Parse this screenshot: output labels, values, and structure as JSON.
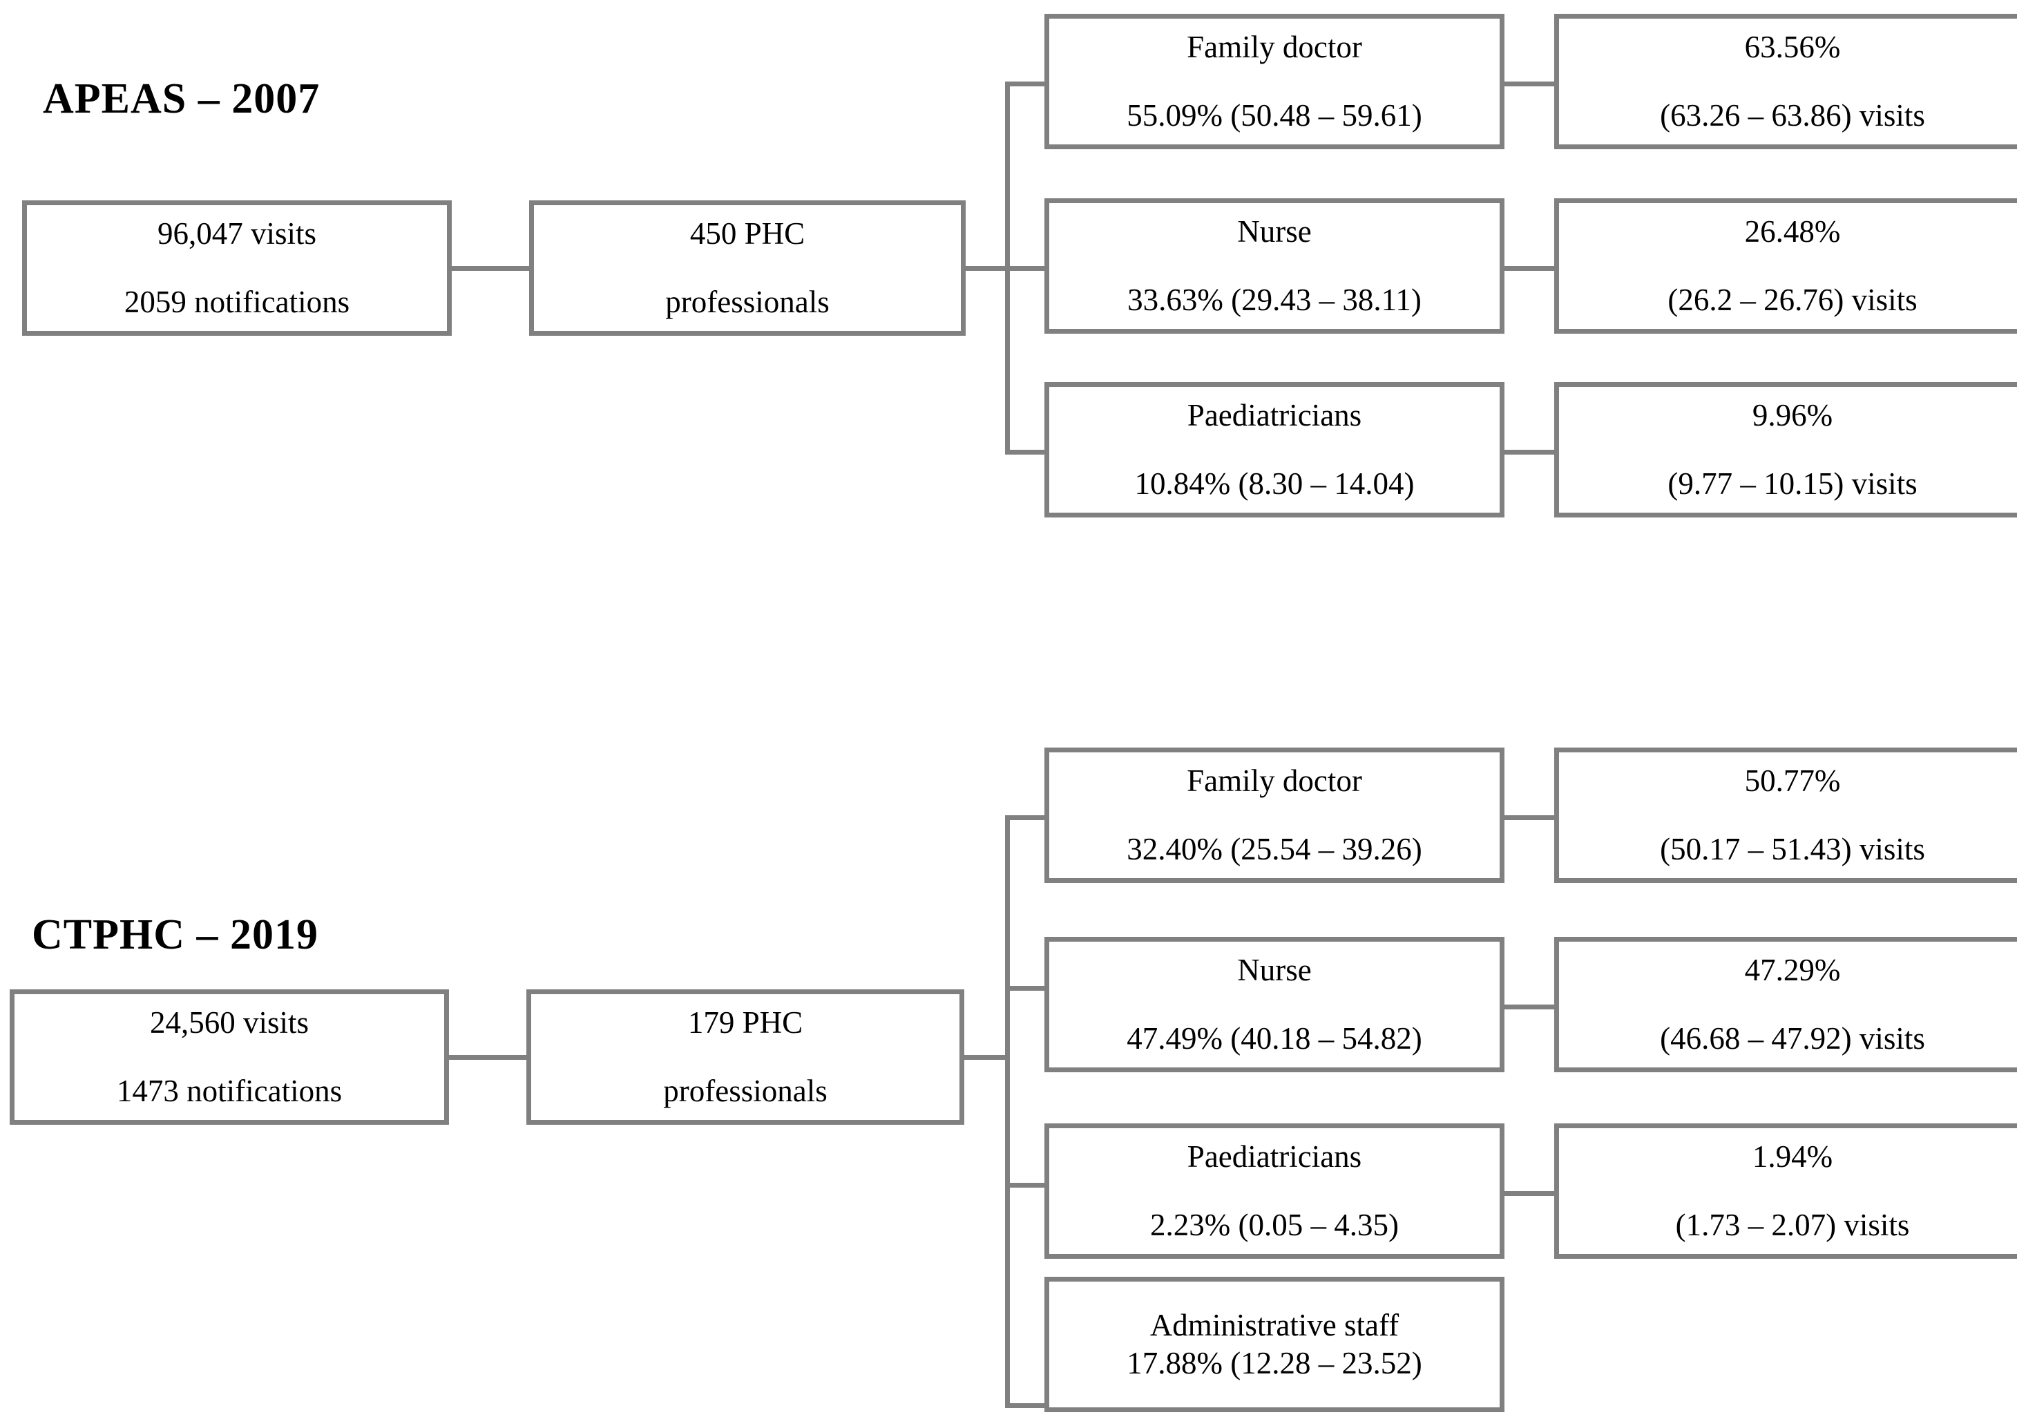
{
  "figure": {
    "type": "flow-diagram",
    "background_color": "#ffffff",
    "box_border_color": "#808080",
    "text_color": "#000000"
  },
  "sections": [
    {
      "id": "apeas",
      "title": "APEAS – 2007",
      "source": {
        "line1": "96,047  visits",
        "line2": "2059 notifications"
      },
      "professionals": {
        "line1": "450 PHC",
        "line2": "professionals"
      },
      "branches": [
        {
          "role": "Family doctor",
          "notifications": "55.09% (50.48 – 59.61)",
          "visits_pct": "63.56%",
          "visits_ci": "(63.26 – 63.86) visits"
        },
        {
          "role": "Nurse",
          "notifications": "33.63% (29.43 – 38.11)",
          "visits_pct": "26.48%",
          "visits_ci": "(26.2 – 26.76) visits"
        },
        {
          "role": "Paediatricians",
          "notifications": "10.84% (8.30 – 14.04)",
          "visits_pct": "9.96%",
          "visits_ci": "(9.77 – 10.15) visits"
        }
      ]
    },
    {
      "id": "ctphc",
      "title": "CTPHC – 2019",
      "source": {
        "line1": "24,560 visits",
        "line2": "1473 notifications"
      },
      "professionals": {
        "line1": "179 PHC",
        "line2": "professionals"
      },
      "branches": [
        {
          "role": "Family doctor",
          "notifications": "32.40% (25.54 – 39.26)",
          "visits_pct": "50.77%",
          "visits_ci": "(50.17 – 51.43) visits"
        },
        {
          "role": "Nurse",
          "notifications": "47.49% (40.18 – 54.82)",
          "visits_pct": "47.29%",
          "visits_ci": "(46.68 – 47.92) visits"
        },
        {
          "role": "Paediatricians",
          "notifications": "2.23% (0.05 – 4.35)",
          "visits_pct": "1.94%",
          "visits_ci": "(1.73 – 2.07) visits"
        },
        {
          "role": "Administrative  staff",
          "notifications": "17.88% (12.28 – 23.52)",
          "visits_pct": "",
          "visits_ci": ""
        }
      ]
    }
  ]
}
